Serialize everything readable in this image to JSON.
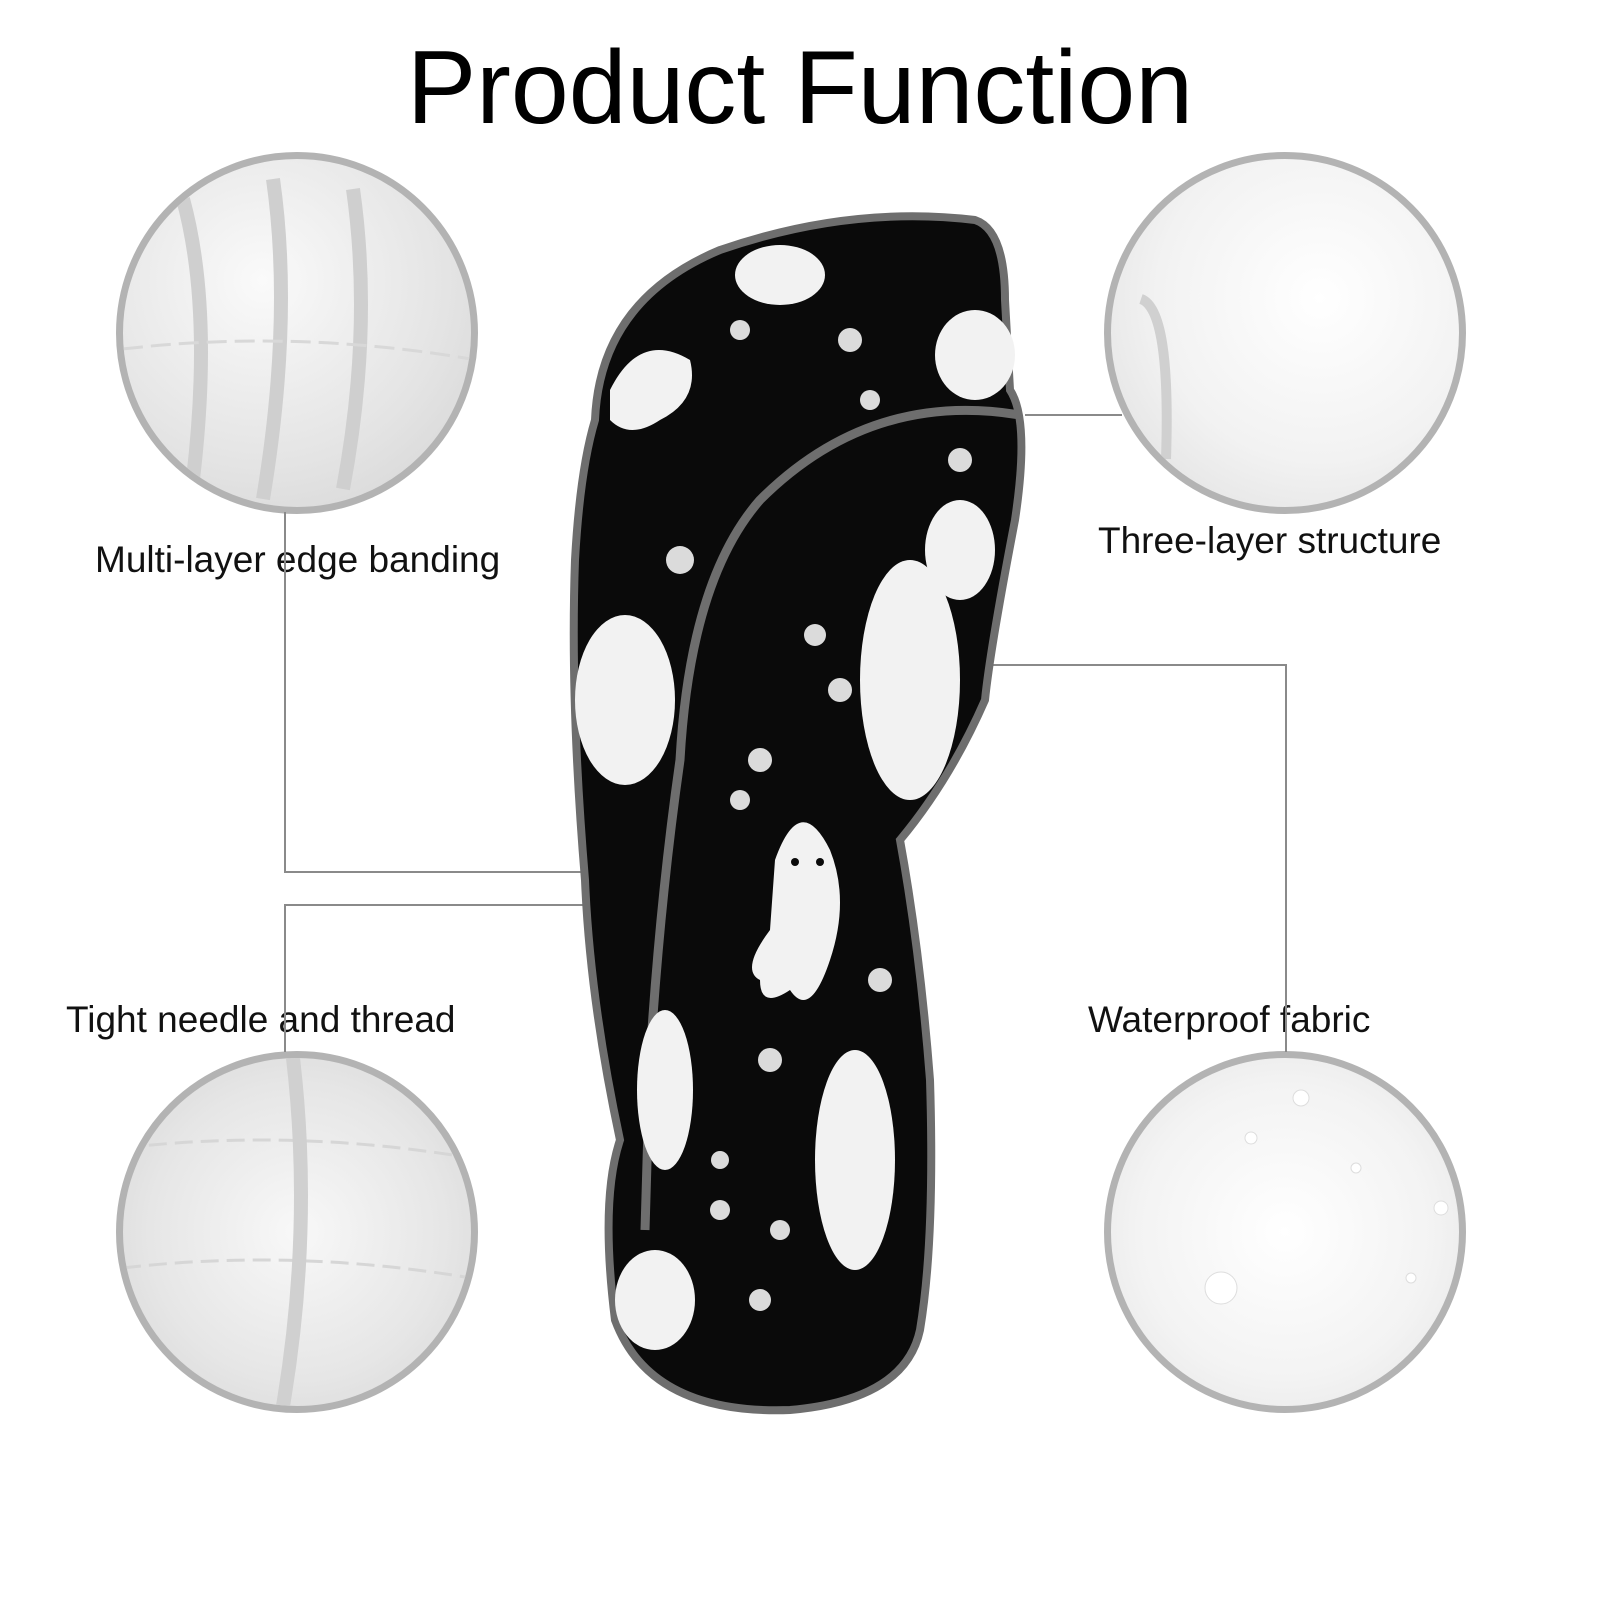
{
  "title": "Product Function",
  "features": [
    {
      "label": "Multi-layer edge banding"
    },
    {
      "label": "Three-layer structure"
    },
    {
      "label": "Tight needle and thread"
    },
    {
      "label": "Waterproof fabric"
    }
  ],
  "colors": {
    "circle_border": "#b3b3b3",
    "connector": "#8a8a8a",
    "product_body": "#0a0a0a",
    "product_trim": "#6e6e6e"
  }
}
